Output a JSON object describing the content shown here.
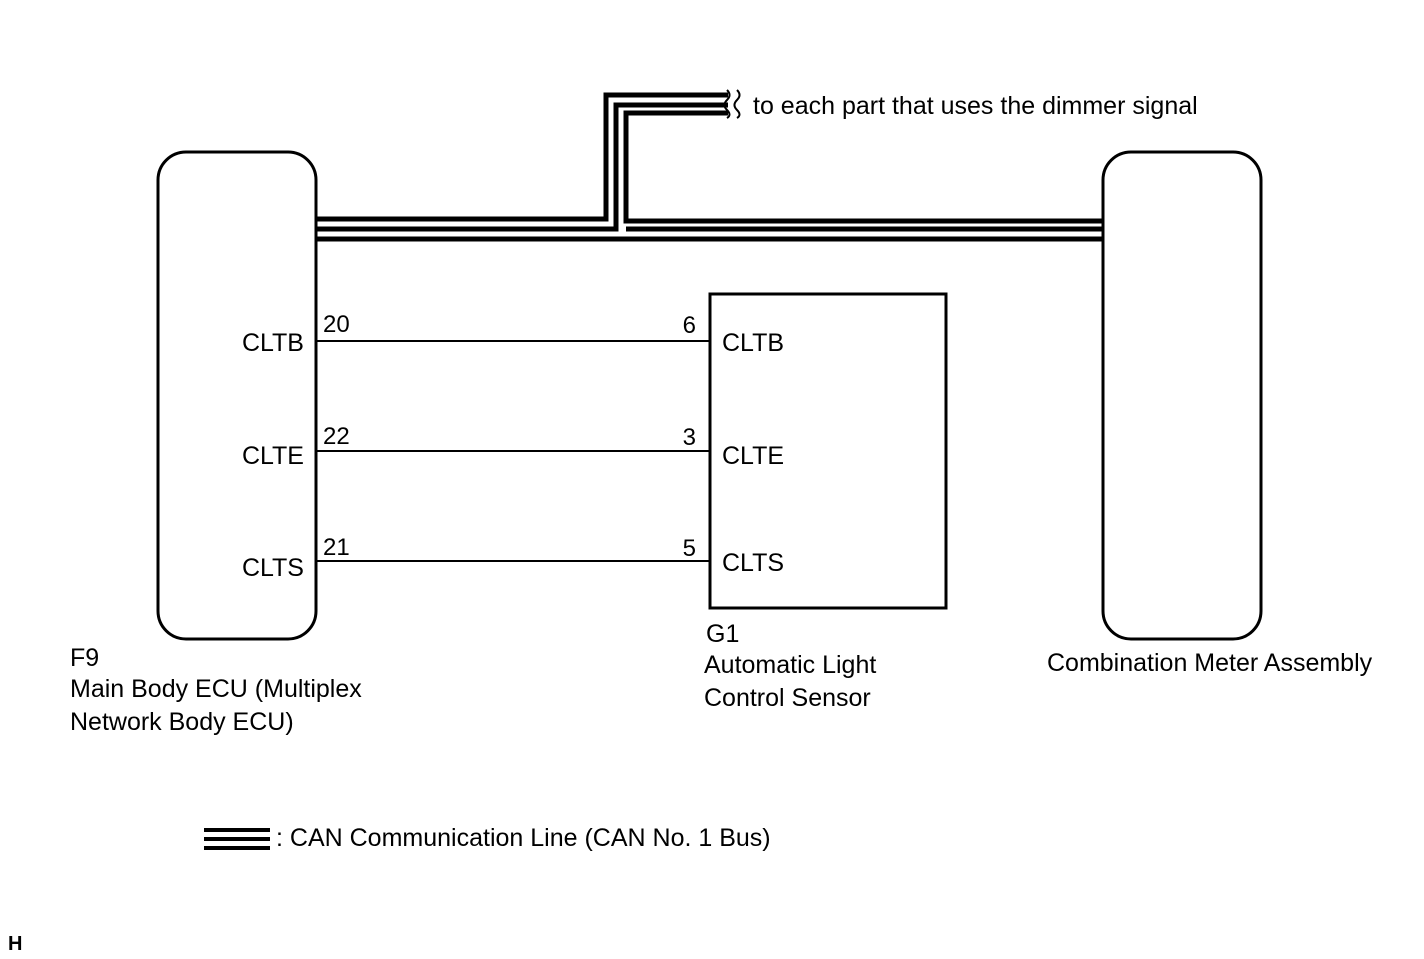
{
  "bus": {
    "branch_label": "to each part that uses the dimmer signal"
  },
  "ecu": {
    "code": "F9",
    "name_line1": "Main Body ECU (Multiplex",
    "name_line2": "Network Body ECU)",
    "pins": [
      {
        "label": "CLTB",
        "number": "20"
      },
      {
        "label": "CLTE",
        "number": "22"
      },
      {
        "label": "CLTS",
        "number": "21"
      }
    ]
  },
  "sensor": {
    "code": "G1",
    "name_line1": "Automatic Light",
    "name_line2": "Control Sensor",
    "pins": [
      {
        "label": "CLTB",
        "number": "6"
      },
      {
        "label": "CLTE",
        "number": "3"
      },
      {
        "label": "CLTS",
        "number": "5"
      }
    ]
  },
  "meter": {
    "name": "Combination Meter Assembly"
  },
  "legend": {
    "text": ": CAN Communication Line (CAN No. 1 Bus)"
  },
  "corner_mark": "H",
  "colors": {
    "line": "#000000",
    "background": "#ffffff"
  }
}
